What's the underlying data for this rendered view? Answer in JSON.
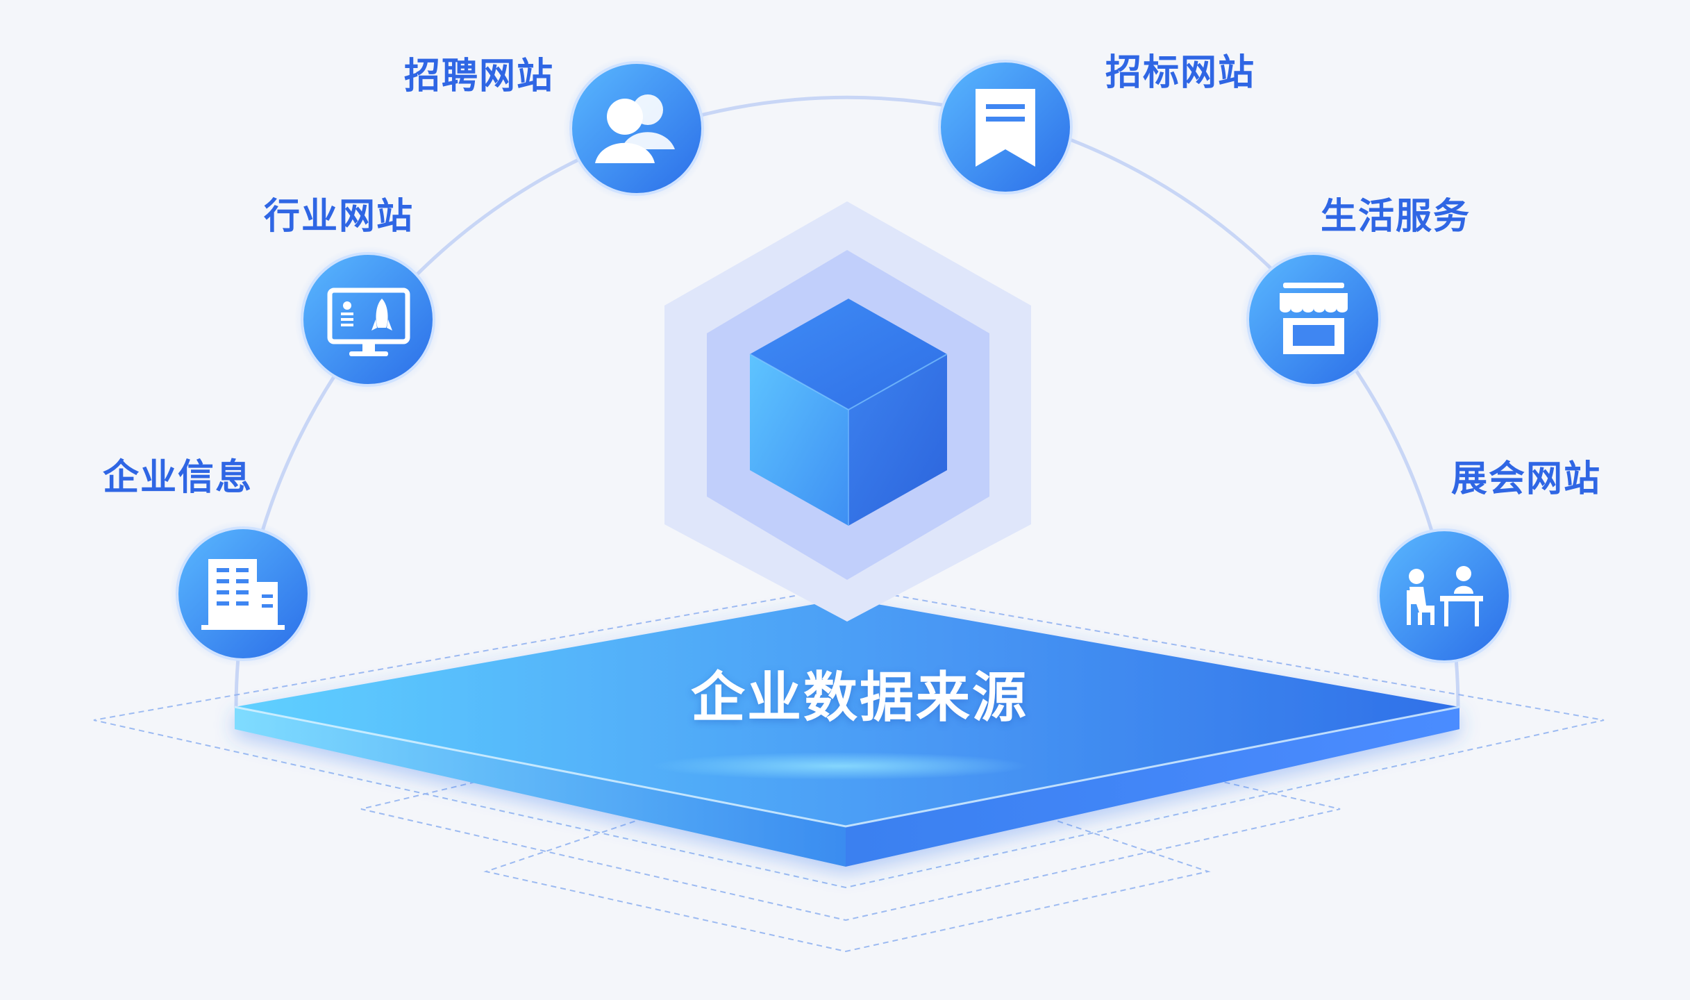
{
  "center": {
    "label": "企业数据来源"
  },
  "nodes": [
    {
      "id": "recruit",
      "label": "招聘网站",
      "icon": "users-icon"
    },
    {
      "id": "bidding",
      "label": "招标网站",
      "icon": "bookmark-document-icon"
    },
    {
      "id": "industry",
      "label": "行业网站",
      "icon": "monitor-rocket-icon"
    },
    {
      "id": "life",
      "label": "生活服务",
      "icon": "storefront-icon"
    },
    {
      "id": "enterprise",
      "label": "企业信息",
      "icon": "building-icon"
    },
    {
      "id": "expo",
      "label": "展会网站",
      "icon": "meeting-desk-icon"
    }
  ],
  "colors": {
    "accent": "#2f66e4",
    "node_gradient_start": "#5ab8ff",
    "node_gradient_end": "#2b6ee8",
    "arc": "#c8d6f6",
    "background": "#f4f6fa"
  }
}
